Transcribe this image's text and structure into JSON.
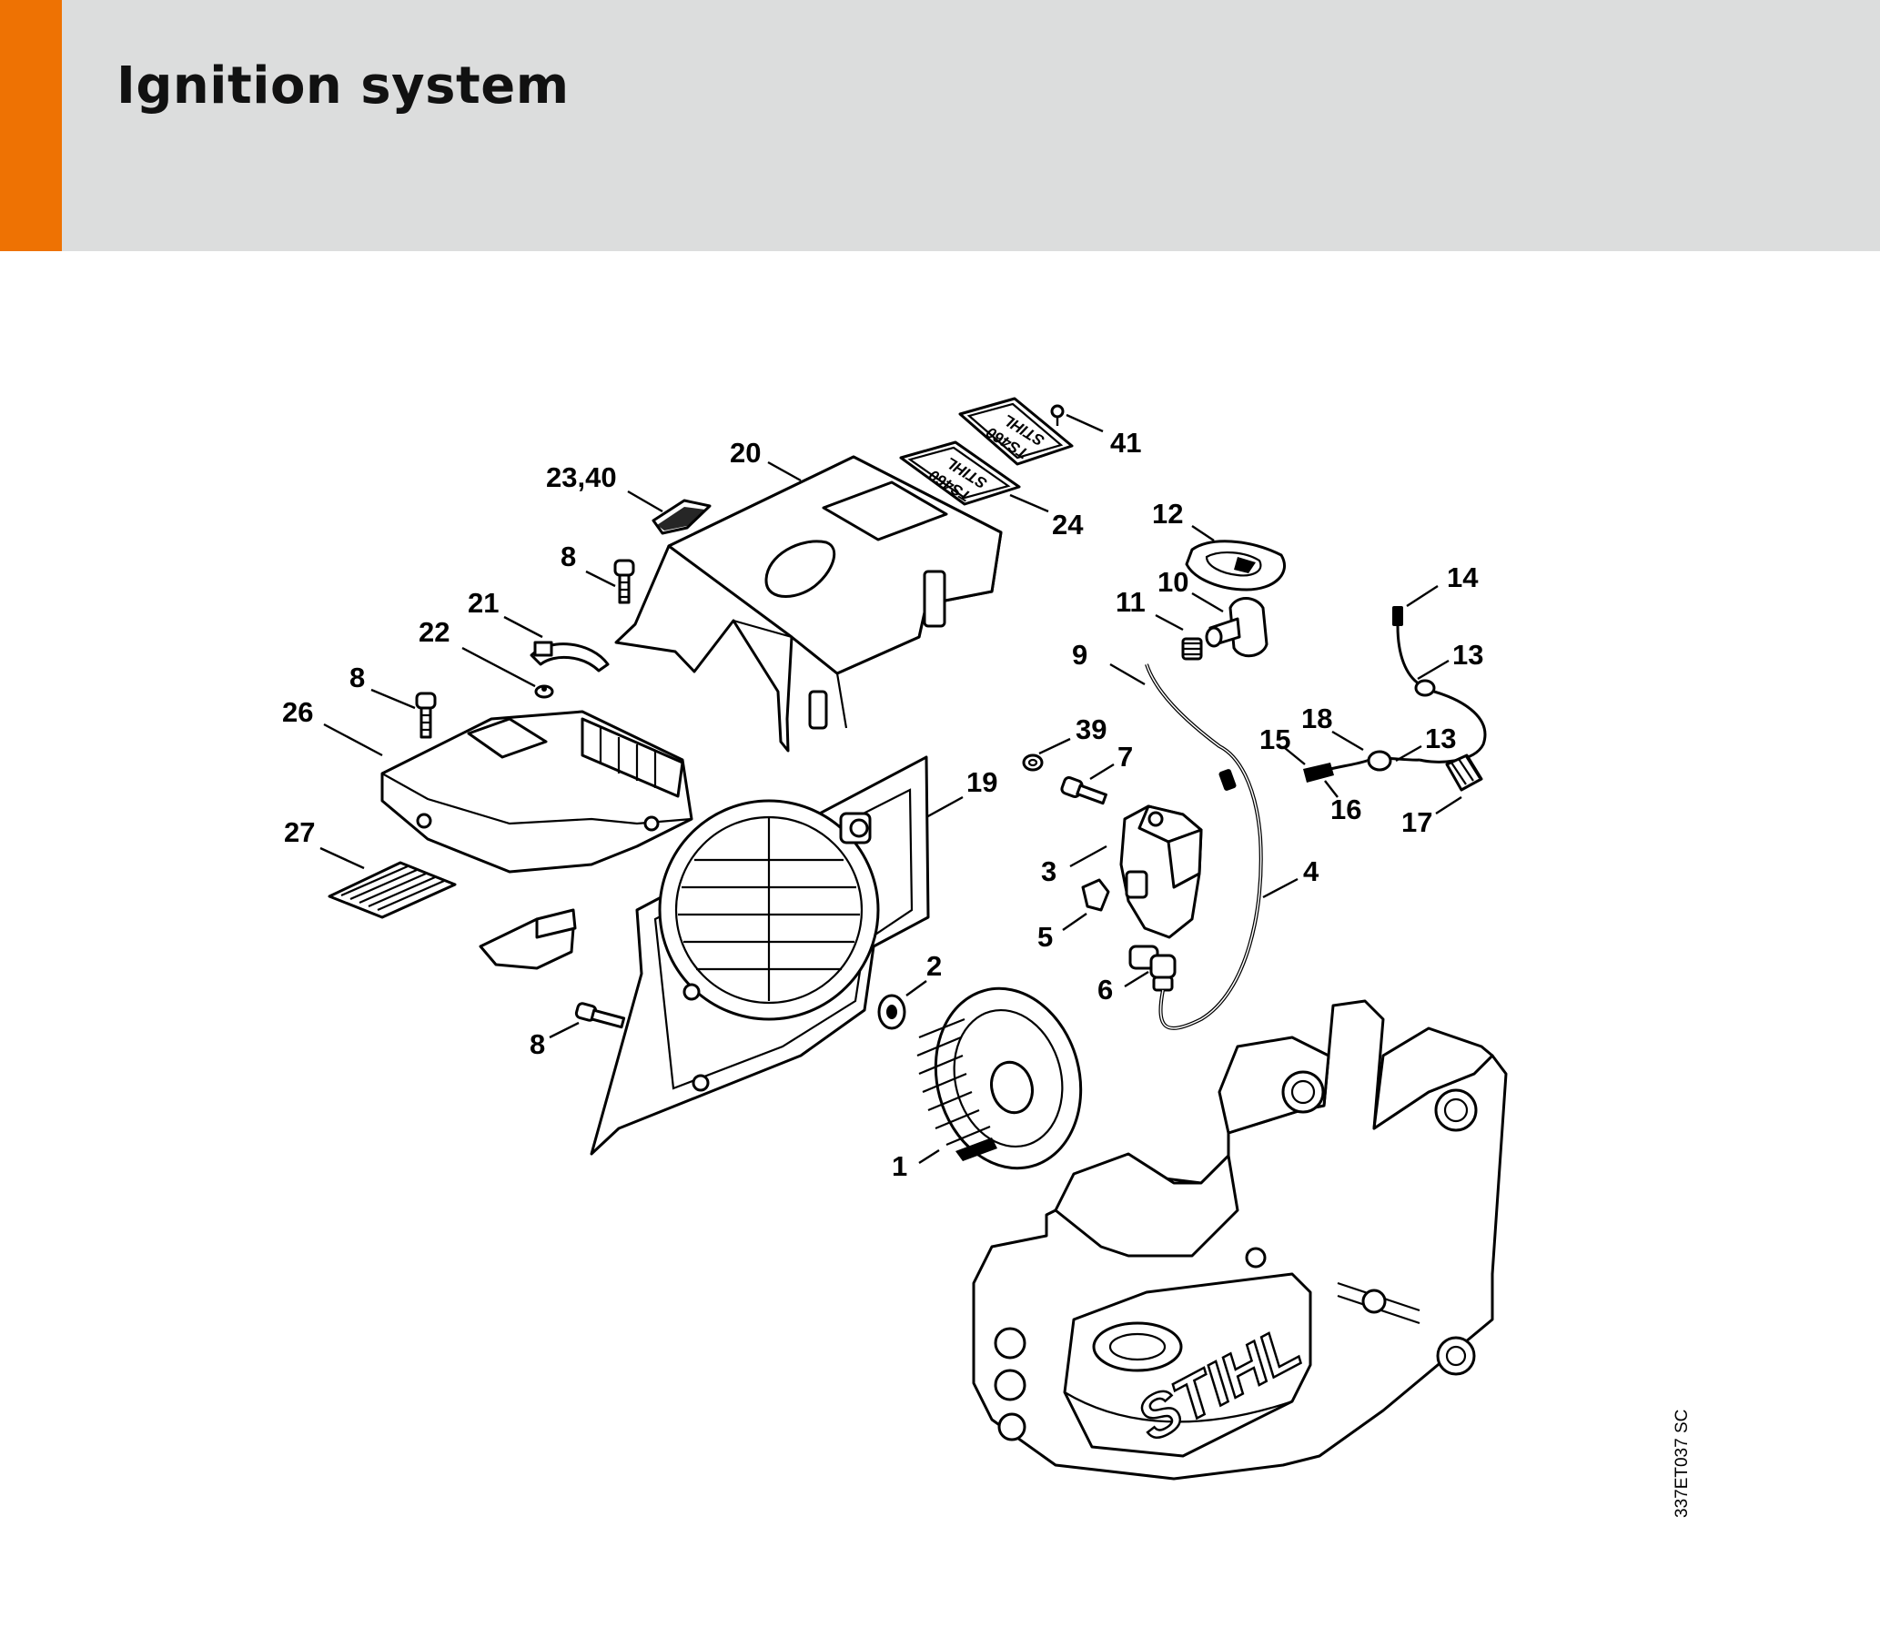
{
  "header": {
    "title": "Ignition system",
    "accent_color": "#ee7203",
    "background": "#dcdddd"
  },
  "diagram": {
    "reference_code": "337ET037 SC",
    "plate_text": [
      "STIHL",
      "TS460"
    ],
    "housing_brand": "STIHL",
    "callouts": [
      {
        "id": "c-41",
        "label": "41"
      },
      {
        "id": "c-20",
        "label": "20"
      },
      {
        "id": "c-23-40",
        "label": "23,40"
      },
      {
        "id": "c-24",
        "label": "24"
      },
      {
        "id": "c-12",
        "label": "12"
      },
      {
        "id": "c-8a",
        "label": "8"
      },
      {
        "id": "c-10",
        "label": "10"
      },
      {
        "id": "c-14",
        "label": "14"
      },
      {
        "id": "c-11",
        "label": "11"
      },
      {
        "id": "c-21",
        "label": "21"
      },
      {
        "id": "c-22",
        "label": "22"
      },
      {
        "id": "c-9",
        "label": "9"
      },
      {
        "id": "c-13a",
        "label": "13"
      },
      {
        "id": "c-8b",
        "label": "8"
      },
      {
        "id": "c-26",
        "label": "26"
      },
      {
        "id": "c-39",
        "label": "39"
      },
      {
        "id": "c-18",
        "label": "18"
      },
      {
        "id": "c-15",
        "label": "15"
      },
      {
        "id": "c-7",
        "label": "7"
      },
      {
        "id": "c-13b",
        "label": "13"
      },
      {
        "id": "c-19",
        "label": "19"
      },
      {
        "id": "c-16",
        "label": "16"
      },
      {
        "id": "c-17",
        "label": "17"
      },
      {
        "id": "c-27",
        "label": "27"
      },
      {
        "id": "c-3",
        "label": "3"
      },
      {
        "id": "c-4",
        "label": "4"
      },
      {
        "id": "c-5",
        "label": "5"
      },
      {
        "id": "c-2",
        "label": "2"
      },
      {
        "id": "c-6",
        "label": "6"
      },
      {
        "id": "c-8c",
        "label": "8"
      },
      {
        "id": "c-1",
        "label": "1"
      }
    ]
  }
}
